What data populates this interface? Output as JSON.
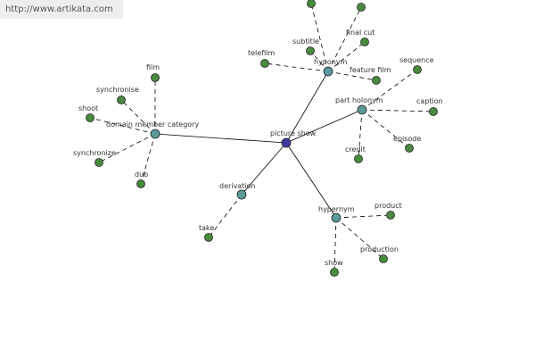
{
  "watermark": "http://www.artikata.com",
  "colors": {
    "root": "#3a3aa0",
    "relation": "#5a9a9a",
    "leaf": "#4a8a40",
    "edge": "#000000",
    "label": "#333333"
  },
  "graph": {
    "root": {
      "id": "picture-show",
      "label": "picture show"
    },
    "relations": [
      {
        "id": "hyponym",
        "label": "hyponym",
        "parent": "picture-show",
        "leaves": [
          {
            "id": "top-left",
            "label": ""
          },
          {
            "id": "top-right",
            "label": ""
          },
          {
            "id": "telefilm",
            "label": "telefilm"
          },
          {
            "id": "subtitle",
            "label": "subtitle"
          },
          {
            "id": "final-cut",
            "label": "final cut"
          },
          {
            "id": "feature-film",
            "label": "feature film"
          }
        ]
      },
      {
        "id": "part-holonym",
        "label": "part holonym",
        "parent": "picture-show",
        "leaves": [
          {
            "id": "sequence",
            "label": "sequence"
          },
          {
            "id": "caption",
            "label": "caption"
          },
          {
            "id": "episode",
            "label": "episode"
          },
          {
            "id": "credit",
            "label": "credit"
          }
        ]
      },
      {
        "id": "domain-member-category",
        "label": "domain member category",
        "parent": "picture-show",
        "leaves": [
          {
            "id": "film",
            "label": "film"
          },
          {
            "id": "synchronise",
            "label": "synchronise"
          },
          {
            "id": "shoot",
            "label": "shoot"
          },
          {
            "id": "synchronize",
            "label": "synchronize"
          },
          {
            "id": "dub",
            "label": "dub"
          }
        ]
      },
      {
        "id": "derivation",
        "label": "derivation",
        "parent": "picture-show",
        "leaves": [
          {
            "id": "take",
            "label": "take"
          }
        ]
      },
      {
        "id": "hypernym",
        "label": "hypernym",
        "parent": "picture-show",
        "leaves": [
          {
            "id": "product",
            "label": "product"
          },
          {
            "id": "production",
            "label": "production"
          },
          {
            "id": "show",
            "label": "show"
          }
        ]
      }
    ]
  }
}
